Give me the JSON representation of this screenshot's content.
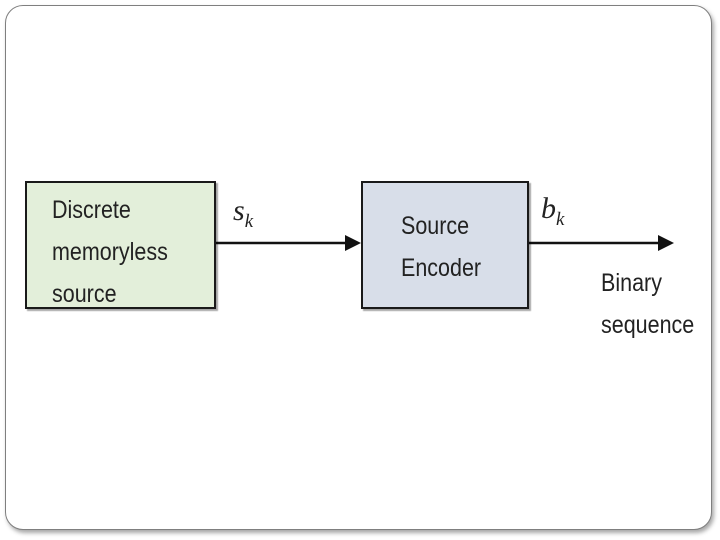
{
  "diagram": {
    "blocks": {
      "source": {
        "lines": [
          "Discrete",
          "memoryless",
          "source"
        ],
        "fill": "#e3efda"
      },
      "encoder": {
        "lines": [
          "Source",
          "Encoder"
        ],
        "fill": "#d8dee9"
      }
    },
    "signals": {
      "sk": {
        "symbol": "s",
        "subscript": "k"
      },
      "bk": {
        "symbol": "b",
        "subscript": "k"
      }
    },
    "output_label": [
      "Binary",
      "sequence"
    ]
  }
}
